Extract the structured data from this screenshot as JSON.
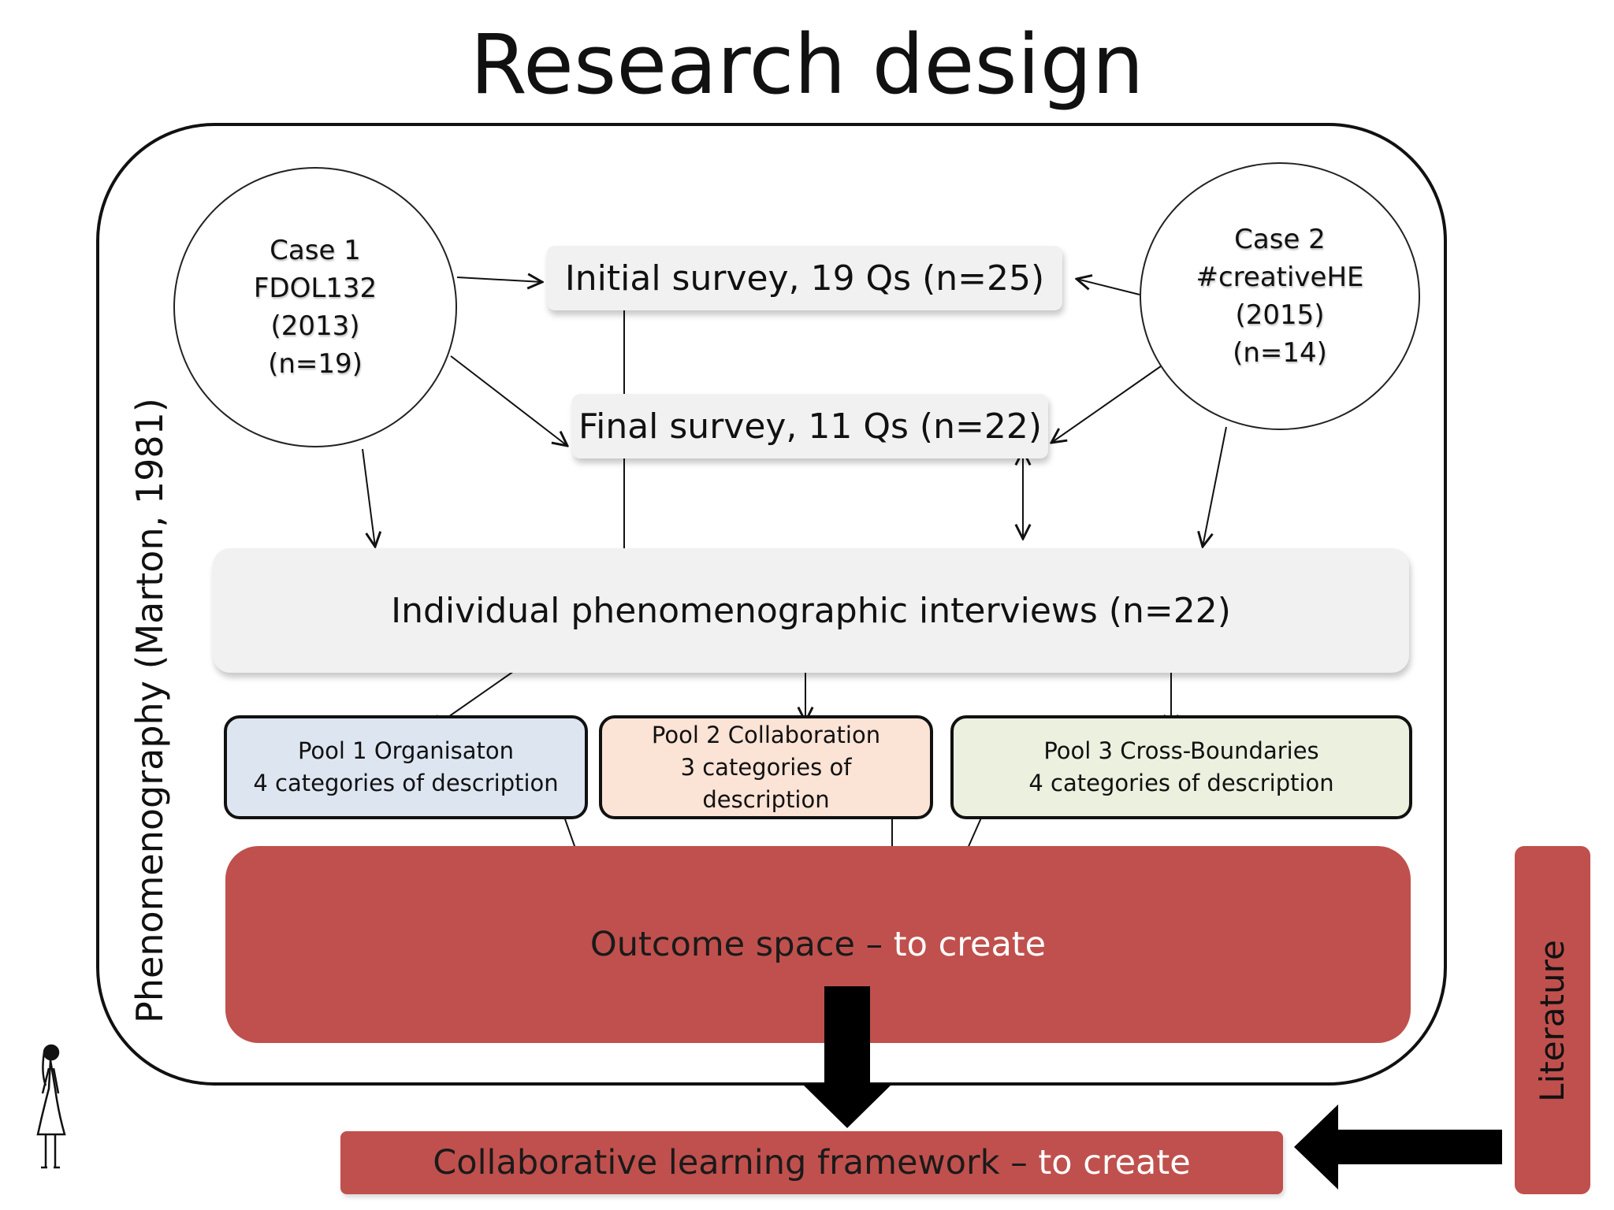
{
  "title": "Research design",
  "side_label": "Phenomenography (Marton, 1981)",
  "case1": {
    "lines": [
      "Case 1",
      "FDOL132",
      "(2013)",
      "(n=19)"
    ]
  },
  "case2": {
    "lines": [
      "Case 2",
      "#creativeHE",
      "(2015)",
      "(n=14)"
    ]
  },
  "initial_survey": "Initial survey, 19 Qs (n=25)",
  "final_survey": "Final survey, 11 Qs (n=22)",
  "interviews": "Individual phenomenographic interviews (n=22)",
  "pools": [
    {
      "lines": [
        "Pool 1 Organisaton",
        "4 categories of description"
      ]
    },
    {
      "lines": [
        "Pool 2 Collaboration",
        "3 categories of",
        "description"
      ]
    },
    {
      "lines": [
        "Pool 3 Cross-Boundaries",
        "4 categories of description"
      ]
    }
  ],
  "outcome": {
    "main": "Outcome space –",
    "suffix": " to create"
  },
  "framework": {
    "main": "Collaborative learning framework –",
    "suffix": " to create"
  },
  "literature": "Literature",
  "colors": {
    "outcome_fill": "#c0504d",
    "pool1_fill": "#dde5f1",
    "pool2_fill": "#fbe3d6",
    "pool3_fill": "#ebf0df",
    "survey_fill": "#f1f1f1"
  }
}
